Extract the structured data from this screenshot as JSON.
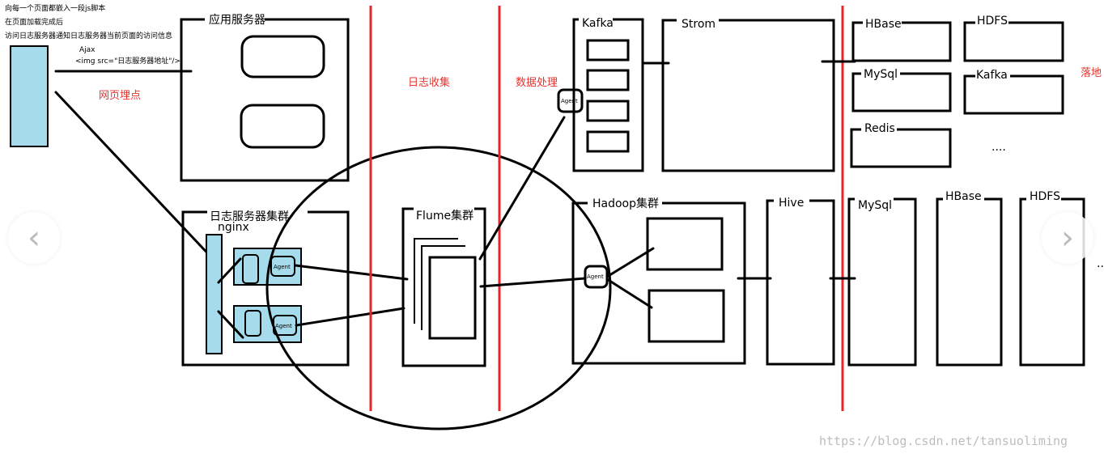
{
  "notes": {
    "line1": "向每一个页面都嵌入一段js脚本",
    "line2": "在页面加载完成后",
    "line3": "访问日志服务器通知日志服务器当前页面的访问信息"
  },
  "sections": {
    "tracking": "网页埋点",
    "collection": "日志收集",
    "processing": "数据处理",
    "landing": "落地"
  },
  "tracking": {
    "ajax": "Ajax",
    "img_tag": "<img src=\"日志服务器地址\"/>"
  },
  "app_server": {
    "title": "应用服务器"
  },
  "log_cluster": {
    "title": "日志服务器集群",
    "nginx": "nginx",
    "agent": "Agent"
  },
  "flume": {
    "title": "Flume集群"
  },
  "kafka": {
    "title": "Kafka",
    "agent": "Agent"
  },
  "storm": {
    "title": "Strom"
  },
  "realtime_sinks": {
    "hbase": "HBase",
    "hdfs": "HDFS",
    "mysql": "MySql",
    "kafka": "Kafka",
    "redis": "Redis",
    "more": "...."
  },
  "hadoop": {
    "title": "Hadoop集群",
    "agent": "Agent"
  },
  "hive": {
    "title": "Hive"
  },
  "batch_sinks": {
    "mysql": "MySql",
    "hbase": "HBase",
    "hdfs": "HDFS",
    "more": ".."
  },
  "nav": {
    "prev": "‹",
    "next": "›"
  },
  "watermark": "https://blog.csdn.net/tansuoliming",
  "colors": {
    "accent_red": "#e8262a",
    "browser_blue": "#a6dbec"
  }
}
